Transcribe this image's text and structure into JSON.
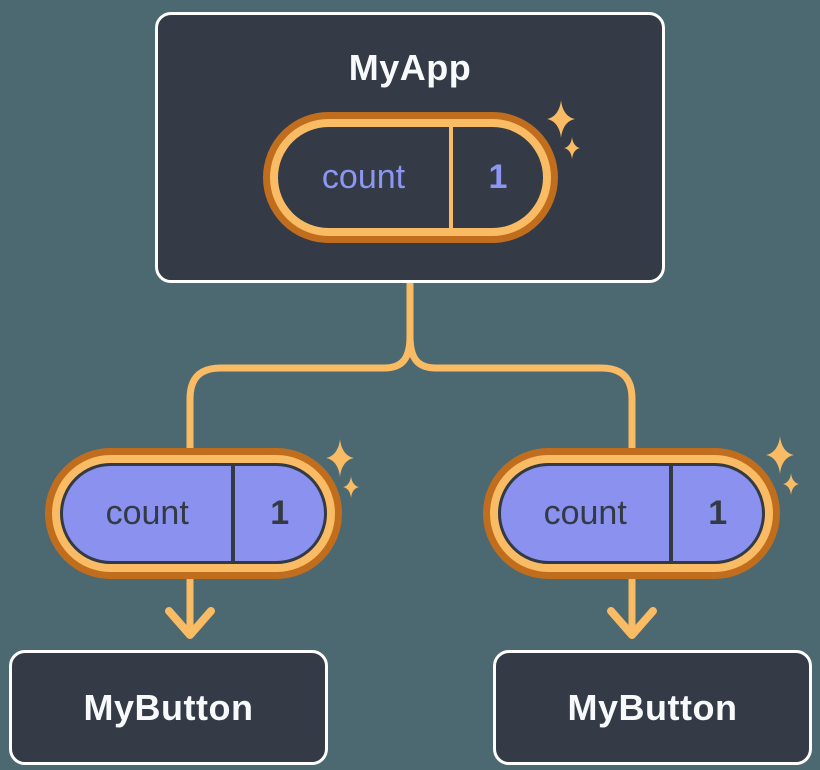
{
  "tree": {
    "root": {
      "label": "MyApp",
      "pill": {
        "key": "count",
        "value": "1"
      }
    },
    "children": [
      {
        "label": "MyButton",
        "pill": {
          "key": "count",
          "value": "1"
        }
      },
      {
        "label": "MyButton",
        "pill": {
          "key": "count",
          "value": "1"
        }
      }
    ]
  },
  "icons": {
    "sparkle": "sparkle-icon",
    "arrow": "arrow-down-icon",
    "glyph_fallback": "✦"
  },
  "colors": {
    "bg": "#4c6871",
    "card": "#343b46",
    "card-border": "#ffffff",
    "title-text": "#f8f9fb",
    "pill-purple": "#8a91ee",
    "purple-text": "#8c97f2",
    "ink": "#333a45",
    "orange-dark": "#c06d1e",
    "orange-light": "#f9bb63"
  }
}
